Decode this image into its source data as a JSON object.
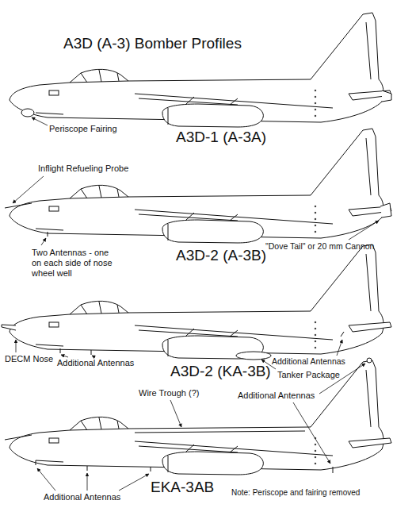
{
  "diagram": {
    "title": "A3D (A-3) Bomber Profiles",
    "labels": [
      "Periscope Fairing",
      "A3D-1 (A-3A)",
      "Inflight Refueling Probe",
      "Two Antennas - one on each side of nose wheel well",
      "\"Dove Tail\" or 20 mm Cannon",
      "A3D-2 (A-3B)",
      "DECM Nose",
      "Additional Antennas",
      "Tanker Package",
      "Additional Antennas",
      "A3D-2 (KA-3B)",
      "Wire Trough (?)",
      "Additional Antennas",
      "Additional Antennas",
      "EKA-3AB",
      "Note: Periscope and fairing removed"
    ]
  }
}
